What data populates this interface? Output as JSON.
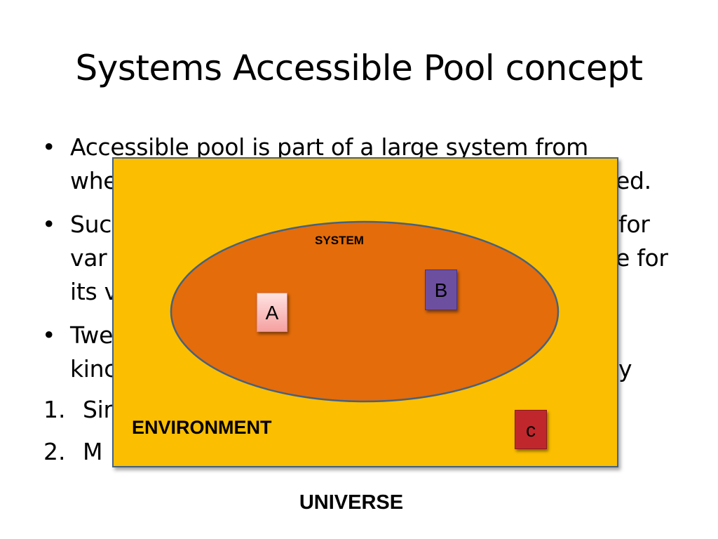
{
  "slide": {
    "title": "Systems Accessible Pool concept"
  },
  "bullets": [
    {
      "marker": "•",
      "lines": [
        "Accessible pool is part of a large system from",
        "whe",
        "ed."
      ]
    },
    {
      "marker": "•",
      "lines": [
        "Suc",
        "for",
        "var",
        "e for",
        "its v"
      ]
    },
    {
      "marker": "•",
      "lines": [
        "Twe",
        "kinc",
        "y"
      ]
    }
  ],
  "numbered": [
    {
      "marker": "1.",
      "text": "Sir"
    },
    {
      "marker": "2.",
      "text": "M"
    }
  ],
  "diagram": {
    "system_label": "SYSTEM",
    "environment_label": "ENVIRONMENT",
    "universe_label": "UNIVERSE",
    "nodes": {
      "a": "A",
      "b": "B",
      "c": "c"
    },
    "colors": {
      "environment_fill": "#fbbe00",
      "system_fill": "#e46c0a",
      "outline": "#46617f",
      "box_a": "#f5a0a0",
      "box_b": "#6d4fa0",
      "box_c": "#c0272d"
    }
  }
}
